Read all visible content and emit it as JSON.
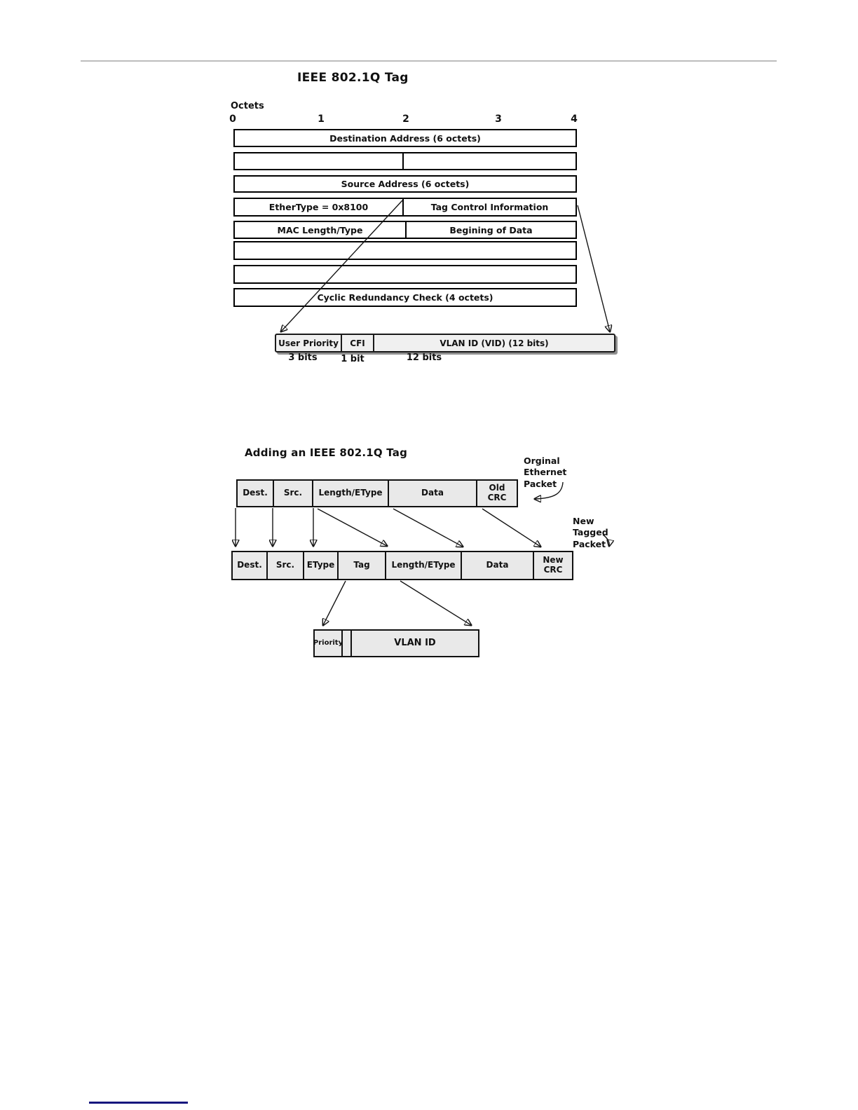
{
  "colors": {
    "header_rule": "#bcbcbc",
    "footnote_rule": "#16167e"
  },
  "diagram1": {
    "title": "IEEE 802.1Q Tag",
    "octets_label": "Octets",
    "ruler_ticks": [
      "0",
      "1",
      "2",
      "3",
      "4"
    ],
    "frame_rows": [
      {
        "cells": [
          {
            "label": "Destination Address (6 octets)"
          }
        ]
      },
      {
        "cells": [
          {
            "label": ""
          },
          {
            "label": ""
          }
        ]
      },
      {
        "cells": [
          {
            "label": "Source Address (6 octets)"
          }
        ]
      },
      {
        "cells": [
          {
            "label": "EtherType = 0x8100"
          },
          {
            "label": "Tag Control Information"
          }
        ]
      },
      {
        "cells": [
          {
            "label": "MAC Length/Type"
          },
          {
            "label": "Begining of Data"
          }
        ]
      },
      {
        "cells": [
          {
            "label": ""
          }
        ]
      },
      {
        "cells": [
          {
            "label": ""
          }
        ]
      },
      {
        "cells": [
          {
            "label": "Cyclic Redundancy Check (4 octets)"
          }
        ]
      }
    ],
    "tag_fields": {
      "user_priority": "User Priority",
      "cfi": "CFI",
      "vlan_id": "VLAN ID (VID) (12 bits)"
    },
    "bit_labels": {
      "user_priority": "3 bits",
      "cfi": "1 bit",
      "vlan_id": "12 bits"
    }
  },
  "diagram2": {
    "title": "Adding an IEEE 802.1Q Tag",
    "original_packet_label": "Orginal Ethernet Packet",
    "new_packet_label": "New Tagged Packet",
    "original_packet_cells": [
      "Dest.",
      "Src.",
      "Length/EType",
      "Data",
      "Old CRC"
    ],
    "new_packet_cells": [
      "Dest.",
      "Src.",
      "EType",
      "Tag",
      "Length/EType",
      "Data",
      "New CRC"
    ],
    "tag_detail_cells": {
      "priority": "Priority",
      "spacer": "",
      "vlan_id": "VLAN ID"
    }
  }
}
